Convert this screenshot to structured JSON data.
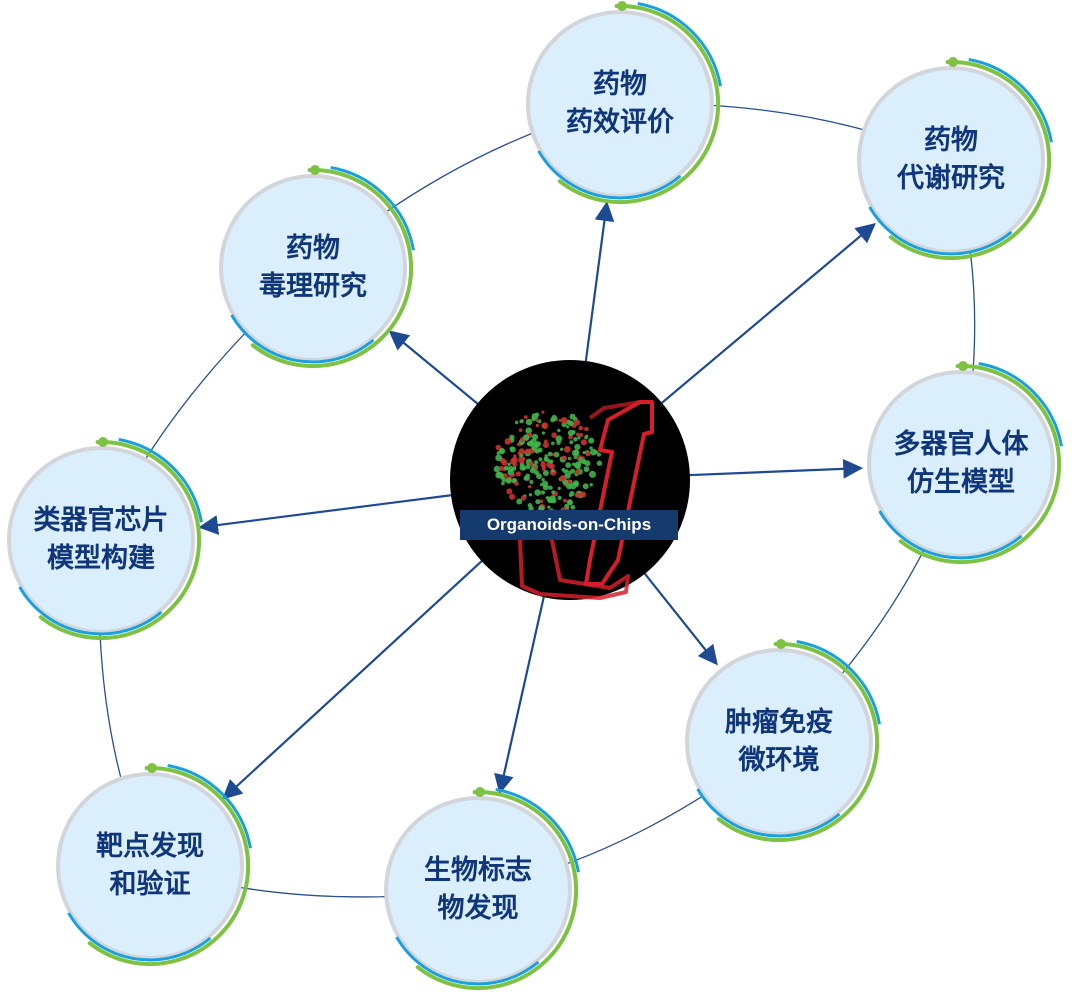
{
  "hub": {
    "label": "Organoids-on-Chips"
  },
  "nodes": [
    {
      "id": "efficacy",
      "lines": [
        "药物",
        "药效评价"
      ]
    },
    {
      "id": "metabolism",
      "lines": [
        "药物",
        "代谢研究"
      ]
    },
    {
      "id": "multi-organ",
      "lines": [
        "多器官人体",
        "仿生模型"
      ]
    },
    {
      "id": "tumor",
      "lines": [
        "肿瘤免疫",
        "微环境"
      ]
    },
    {
      "id": "biomarker",
      "lines": [
        "生物标志",
        "物发现"
      ]
    },
    {
      "id": "target",
      "lines": [
        "靶点发现",
        "和验证"
      ]
    },
    {
      "id": "construction",
      "lines": [
        "类器官芯片",
        "模型构建"
      ]
    },
    {
      "id": "toxicology",
      "lines": [
        "药物",
        "毒理研究"
      ]
    }
  ],
  "colors": {
    "node_fill": "#daeefb",
    "node_stroke": "#d2d6da",
    "arc_green": "#7dc242",
    "arc_blue": "#1aa0dc",
    "arrow": "#1e4a92",
    "ring_line": "#2a4f8c",
    "label_text": "#10367a",
    "hub_bg": "#000000",
    "hub_label_bg": "#153a6e"
  }
}
